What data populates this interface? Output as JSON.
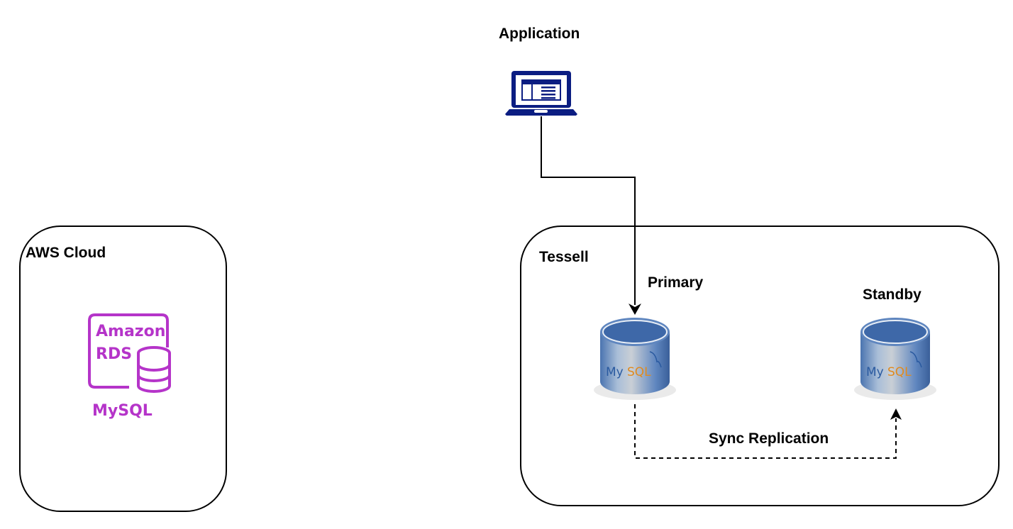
{
  "diagram": {
    "application": {
      "label": "Application",
      "icon": "laptop-icon",
      "icon_color": "#0b1d82"
    },
    "aws_cloud": {
      "label": "AWS Cloud",
      "service": {
        "line1": "Amazon",
        "line2": "RDS",
        "engine": "MySQL",
        "icon": "amazon-rds-mysql-icon",
        "color": "#b534c9"
      }
    },
    "tessell": {
      "label": "Tessell",
      "primary": {
        "label": "Primary",
        "icon": "mysql-database-icon",
        "logo_text_1": "My",
        "logo_text_2": "SQL"
      },
      "standby": {
        "label": "Standby",
        "icon": "mysql-database-icon",
        "logo_text_1": "My",
        "logo_text_2": "SQL"
      },
      "replication": {
        "label": "Sync Replication",
        "style": "dashed"
      }
    },
    "colors": {
      "db_blue": "#4a6fa8",
      "mysql_blue": "#2a5aa0",
      "mysql_orange": "#e08a1e"
    }
  }
}
